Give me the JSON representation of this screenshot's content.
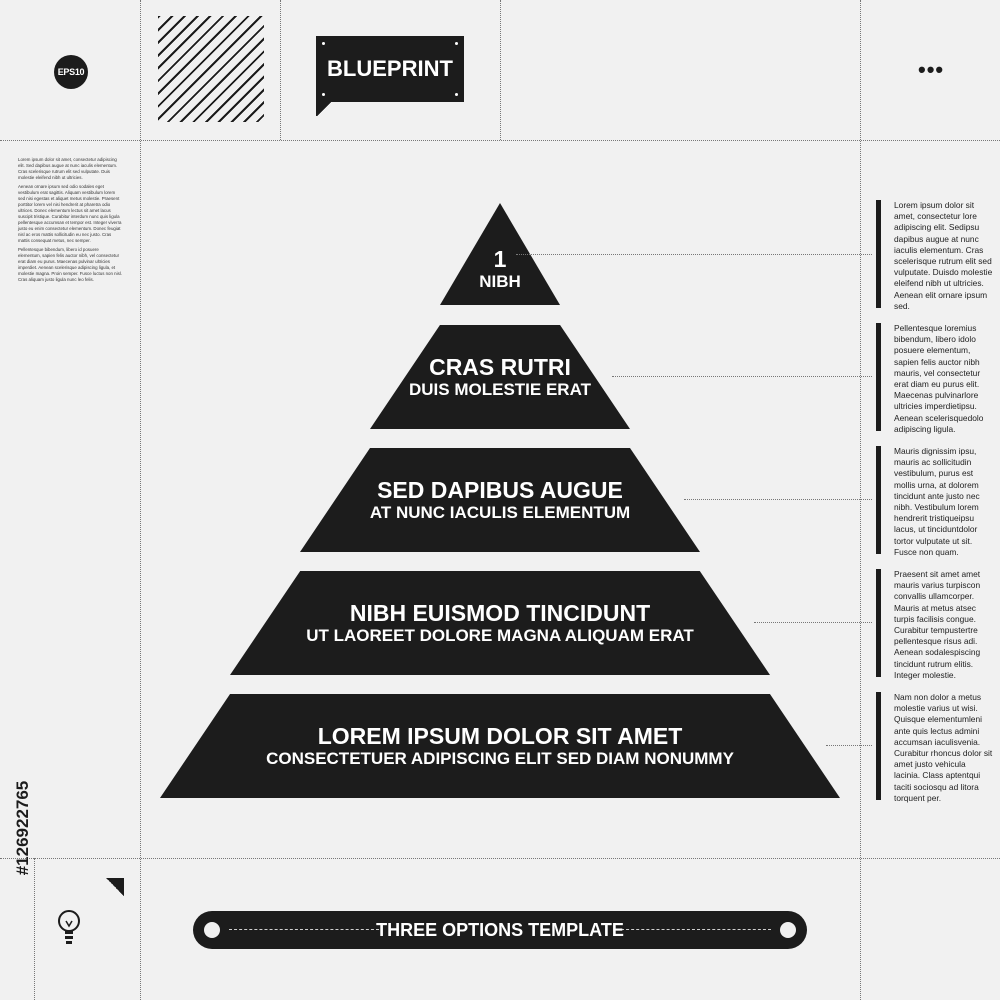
{
  "header": {
    "badge": "EPS10",
    "title": "BLUEPRINT",
    "menu_icon": "more-dots-icon"
  },
  "left_text": [
    "Lorem ipsum dolor sit amet, consectetur adipiscing elit. Sed dapibus augue at nunc iaculis elementum. Cras scelerisque rutrum elit sed vulputate. Duis molestie eleifend nibh ut ultricies.",
    "Aenean ornare ipsum sed odio sodales eget vestibulum erat sagittis. Aliquam vestibulum lorem sed nisi egestas et aliquet metus molestie. Praesent porttitor lorem vel nisi hendrerit at pharetra odio ultrices. Donec elementum lectus sit amet lacus suscipit tristique. Curabitur interdum nunc quis ligula pellentesque accumsan et tempor est. Integer viverra justo eu enim consectetur elementum. Donec feugiat nisl ac eros mattis sollicitudin eu nec justo. Cras mattis consequat metus, nec semper.",
    "Pellentesque bibendum, libero id posuere elementum, sapien felis auctor nibh, vel consectetur erat diam eu purus. Maecenas pulvinar ultricies imperdiet. Aenean scelerisque adipiscing ligula, et molestie magna. Proin semper. Fusce luctus non nisl. Cras aliquam justo ligula nunc leo felis."
  ],
  "pyramid": [
    {
      "title": "1",
      "subtitle": "NIBH"
    },
    {
      "title": "CRAS RUTRI",
      "subtitle": "DUIS MOLESTIE ERAT"
    },
    {
      "title": "SED DAPIBUS AUGUE",
      "subtitle": "AT NUNC IACULIS ELEMENTUM"
    },
    {
      "title": "NIBH EUISMOD TINCIDUNT",
      "subtitle": "UT LAOREET DOLORE MAGNA ALIQUAM ERAT"
    },
    {
      "title": "LOREM IPSUM DOLOR SIT AMET",
      "subtitle": "CONSECTETUER ADIPISCING ELIT SED DIAM NONUMMY"
    }
  ],
  "side_notes": [
    "Lorem ipsum dolor sit amet, consectetur lore adipiscing elit. Sedipsu dapibus augue at nunc iaculis elementum. Cras scelerisque rutrum elit sed vulputate. Duisdo molestie eleifend nibh ut ultricies. Aenean elit ornare ipsum sed.",
    "Pellentesque loremius bibendum, libero idolo posuere elementum, sapien felis auctor nibh mauris, vel consectetur erat diam eu purus elit. Maecenas pulvinarlore ultricies imperdietipsu. Aenean scelerisquedolo adipiscing ligula.",
    "Mauris dignissim ipsu, mauris ac sollicitudin vestibulum, purus est mollis urna, at dolorem tincidunt ante justo nec nibh. Vestibulum lorem hendrerit tristiqueipsu lacus, ut tinciduntdolor tortor vulputate ut sit. Fusce non quam.",
    "Praesent sit amet amet mauris varius turpiscon convallis ullamcorper. Mauris at metus atsec turpis facilisis congue. Curabitur tempustertre pellentesque risus adi. Aenean sodalespiscing tincidunt rutrum elitis. Integer molestie.",
    "Nam non dolor a metus molestie varius ut wisi. Quisque elementumleni ante quis lectus admini accumsan iaculisvenia. Curabitur rhoncus dolor sit amet justo vehicula lacinia. Class aptentqui taciti sociosqu ad litora torquent per."
  ],
  "watermark_id": "#126922765",
  "footer": {
    "label": "THREE OPTIONS TEMPLATE",
    "icon": "lightbulb-icon"
  }
}
